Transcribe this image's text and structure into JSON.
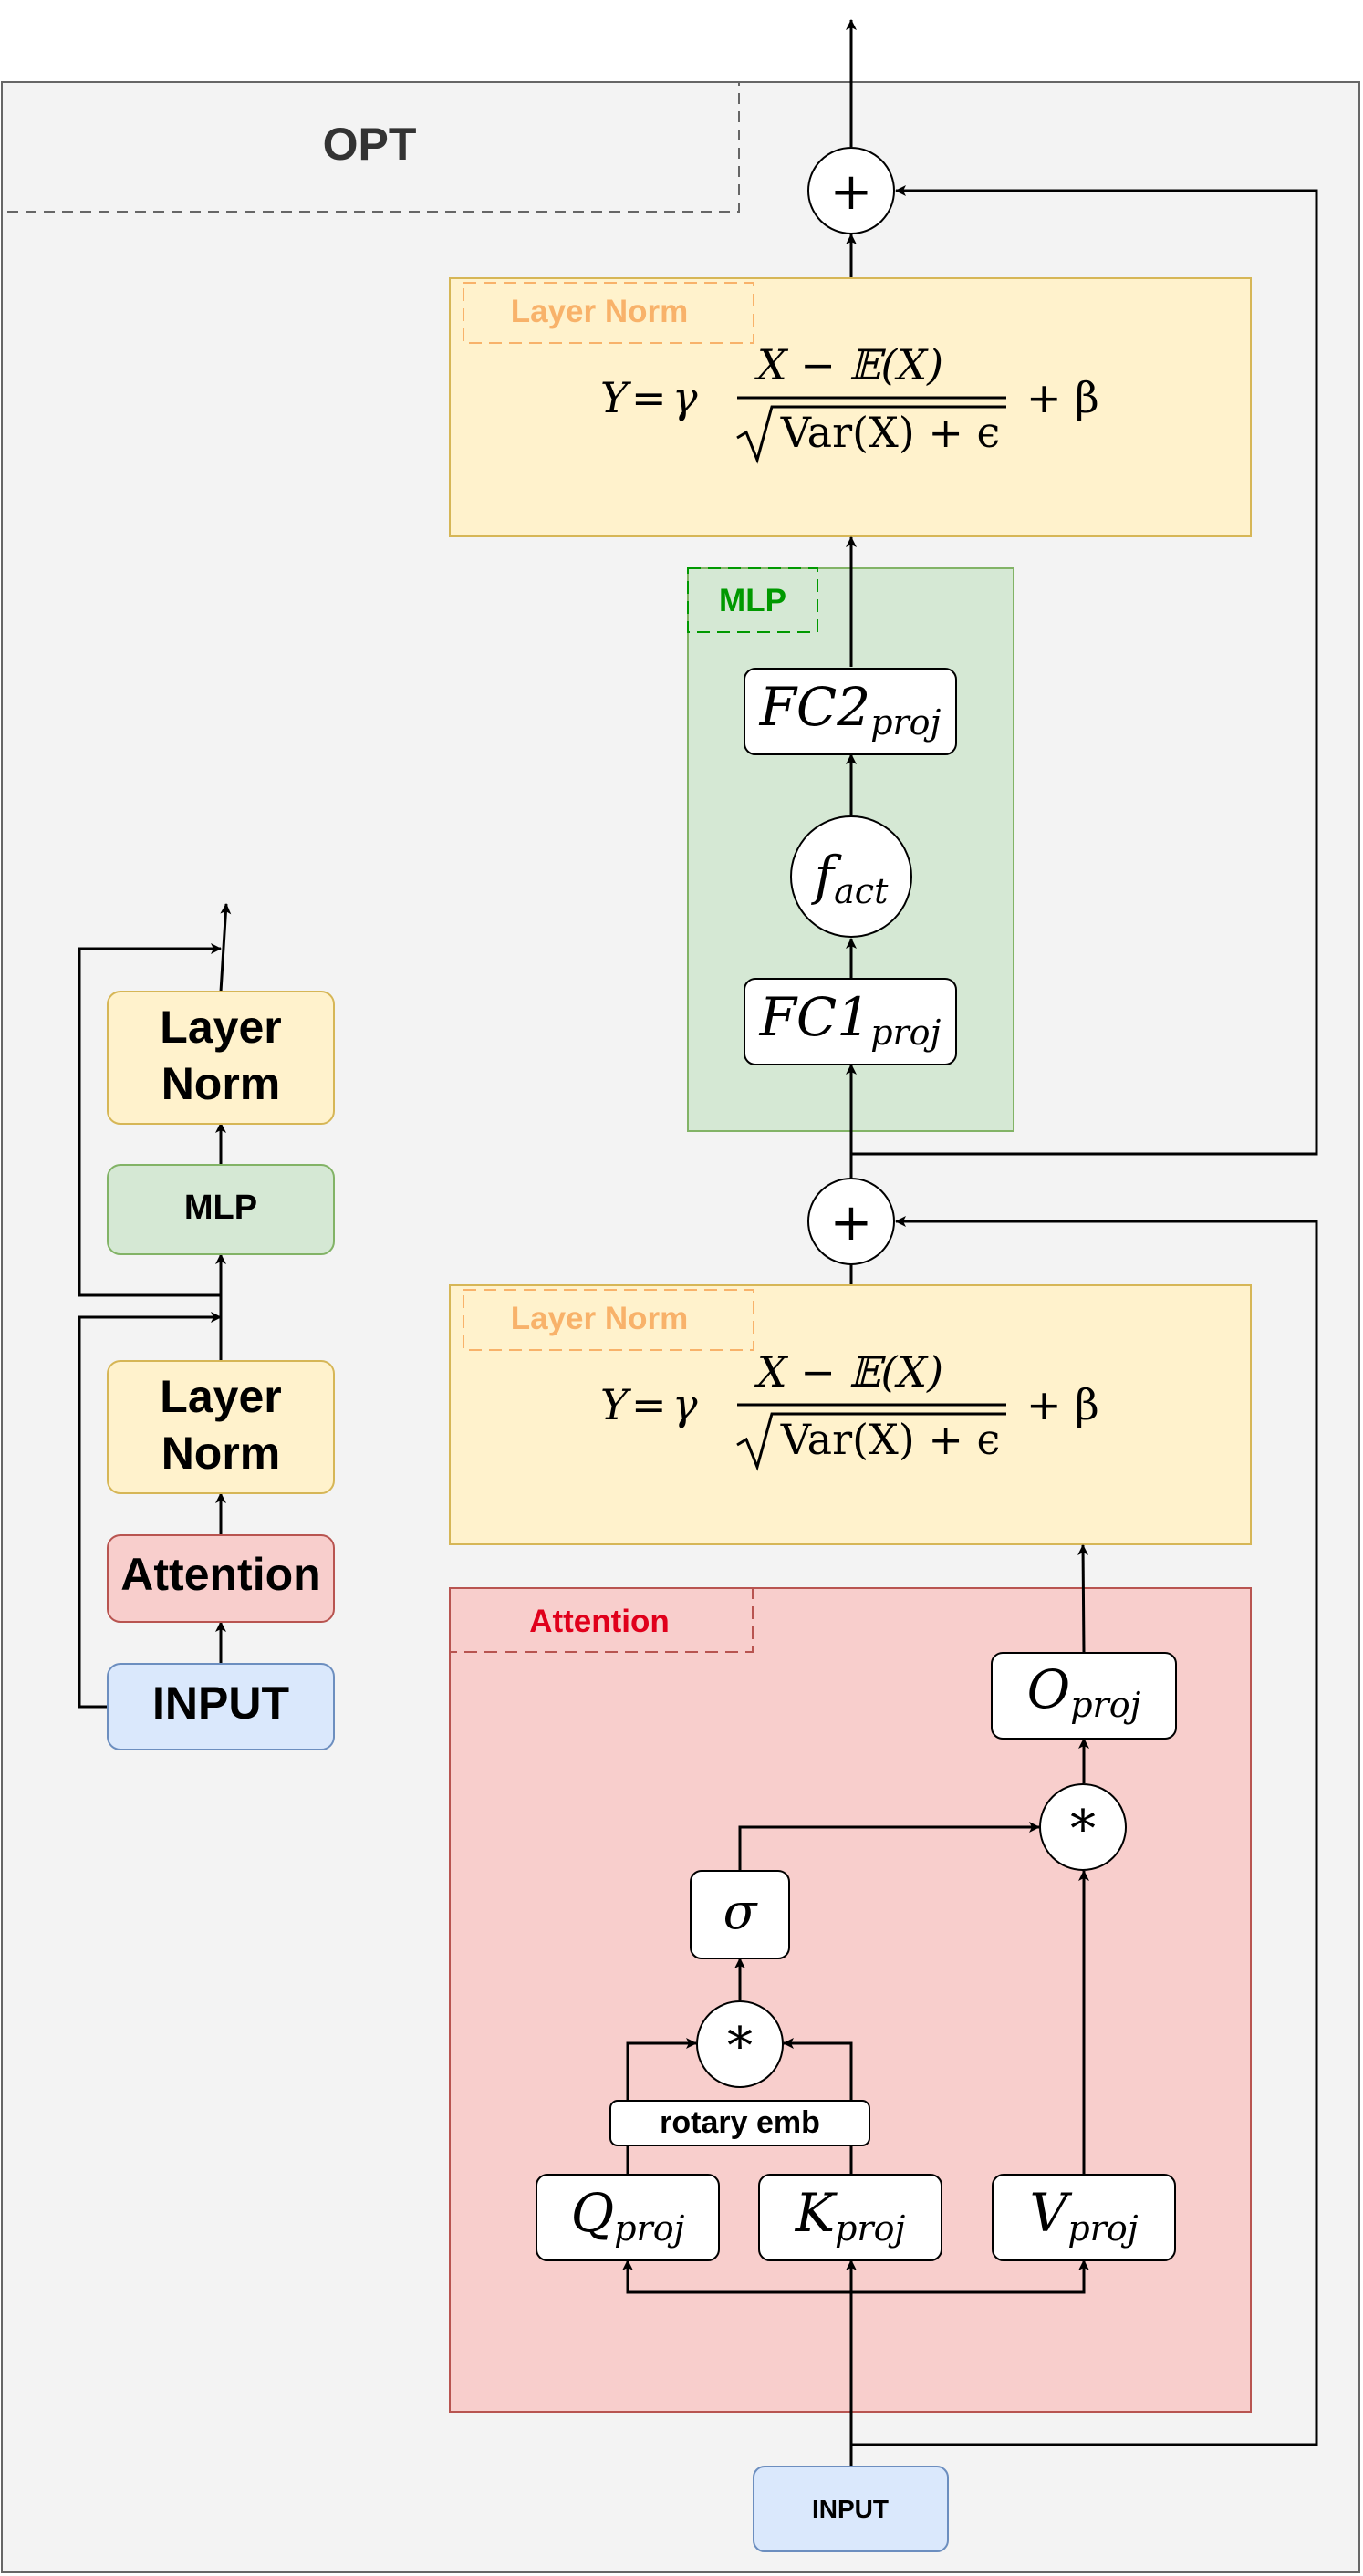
{
  "outer": {
    "label": "OPT"
  },
  "layer_norm": {
    "title": "Layer Norm",
    "formula": {
      "lhs": "Y",
      "eq": "=",
      "gamma": "γ",
      "num": "X − 𝔼(X)",
      "den": "Var(X) + ϵ",
      "tail": "+ β"
    }
  },
  "mlp": {
    "title": "MLP",
    "fc1": {
      "base": "FC1",
      "sub": "proj"
    },
    "fc2": {
      "base": "FC2",
      "sub": "proj"
    },
    "act": {
      "base": "f",
      "sub": "act"
    }
  },
  "attention": {
    "title": "Attention",
    "q": {
      "base": "Q",
      "sub": "proj"
    },
    "k": {
      "base": "K",
      "sub": "proj"
    },
    "v": {
      "base": "V",
      "sub": "proj"
    },
    "o": {
      "base": "O",
      "sub": "proj"
    },
    "rotary": "rotary emb",
    "sigma": "σ",
    "mul": "*"
  },
  "plus": "+",
  "input": "INPUT",
  "mini": {
    "layer_norm": [
      "Layer",
      "Norm"
    ],
    "mlp": "MLP",
    "attention": "Attention",
    "input": "INPUT"
  },
  "colors": {
    "outer_fill": "#f3f3f3",
    "ln_fill": "#fff2cc",
    "ln_stroke": "#d6b656",
    "ln_title": "#f8b26a",
    "mlp_fill": "#d5e8d4",
    "mlp_stroke": "#82b366",
    "mlp_title": "#009900",
    "attn_fill": "#f8cecc",
    "attn_stroke": "#b85450",
    "attn_title": "#e0001b",
    "input_fill": "#dae8fc",
    "input_stroke": "#6c8ebf"
  }
}
